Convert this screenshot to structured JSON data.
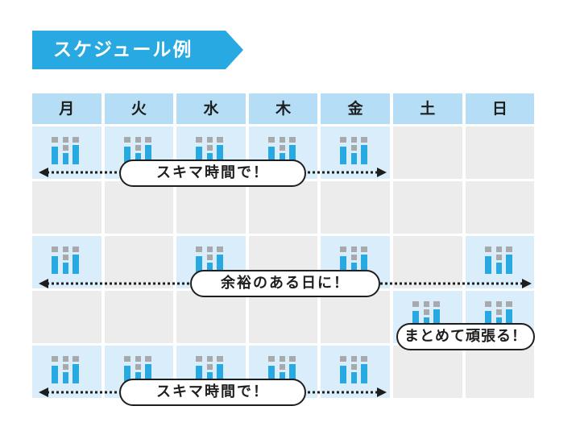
{
  "title": "スケジュール例",
  "days": [
    "月",
    "火",
    "水",
    "木",
    "金",
    "土",
    "日"
  ],
  "rows": [
    [
      true,
      true,
      true,
      true,
      true,
      false,
      false
    ],
    [
      false,
      false,
      false,
      false,
      false,
      false,
      false
    ],
    [
      true,
      false,
      true,
      false,
      true,
      false,
      true
    ],
    [
      false,
      false,
      false,
      false,
      false,
      true,
      true
    ],
    [
      true,
      true,
      true,
      true,
      true,
      false,
      false
    ]
  ],
  "labels": {
    "spare_time_1": "スキマ時間で！",
    "free_days": "余裕のある日に！",
    "weekend": "まとめて頑張る！",
    "spare_time_2": "スキマ時間で！"
  },
  "colors": {
    "banner": "#29a9e1",
    "header_bg": "#b5def6",
    "active_bg": "#d9eefa",
    "empty_bg": "#ececec",
    "icon_gray": "#a7a9ac",
    "icon_blue": "#29a9e1",
    "line": "#1e1e1e"
  }
}
